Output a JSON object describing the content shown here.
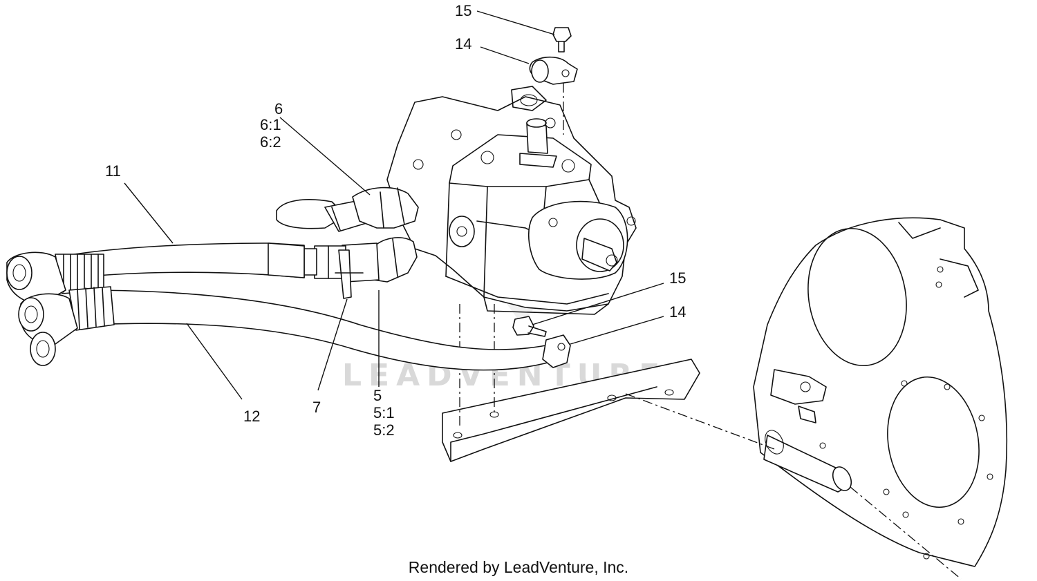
{
  "callouts": {
    "c15_top": "15",
    "c14_top": "14",
    "c6": "6",
    "c6_1": "6:1",
    "c6_2": "6:2",
    "c11": "11",
    "c15_mid": "15",
    "c14_mid": "14",
    "c12": "12",
    "c7": "7",
    "c5": "5",
    "c5_1": "5:1",
    "c5_2": "5:2"
  },
  "watermark": "LEADVENTURE",
  "footer": "Rendered by LeadVenture, Inc."
}
